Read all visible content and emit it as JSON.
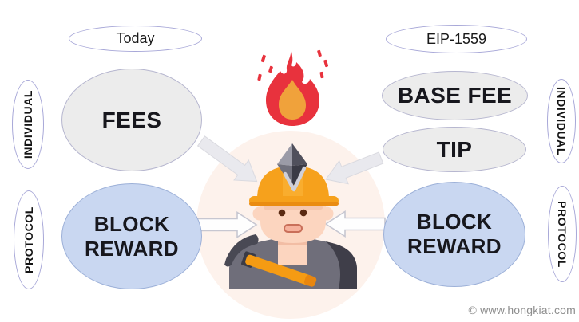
{
  "left_column": {
    "header": "Today",
    "individual": "INDIVIDUAL",
    "protocol": "PROTOCOL",
    "fees": "FEES",
    "block_reward": "BLOCK REWARD"
  },
  "right_column": {
    "header": "EIP-1559",
    "individual": "INDIVIDUAL",
    "protocol": "PROTOCOL",
    "base_fee": "BASE FEE",
    "tip": "TIP",
    "block_reward": "BLOCK REWARD"
  },
  "center": {
    "flame_icon": "burn-flame",
    "miner_icon": "ethereum-miner"
  },
  "colors": {
    "gray_ellipse_fill": "#ececec",
    "blue_ellipse_fill": "#c9d7f1",
    "outline_ellipse_border": "#a8a8d8",
    "flame_red": "#e8323d",
    "flame_orange": "#f0a23b",
    "helmet_orange": "#f6a11c",
    "arrow_solid_fill": "#e9e9ee",
    "arrow_outline_fill": "#fefefe"
  },
  "watermark": "© www.hongkiat.com"
}
